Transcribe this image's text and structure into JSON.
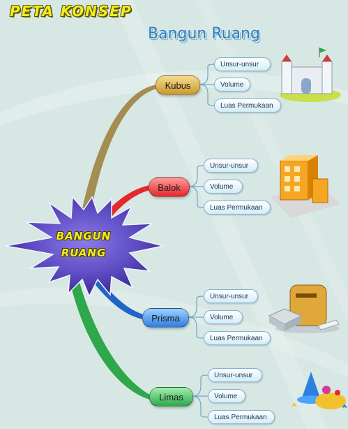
{
  "header": {
    "title": "PETA KONSEP",
    "subtitle": "Bangun Ruang"
  },
  "center": {
    "line1": "BANGUN",
    "line2": "RUANG"
  },
  "branches": [
    {
      "label": "Kubus",
      "color": "#c9a34b",
      "leaves": [
        "Unsur-unsur",
        "Volume",
        "Luas Permukaan"
      ]
    },
    {
      "label": "Balok",
      "color": "#e4282c",
      "leaves": [
        "Unsur-unsur",
        "Volume",
        "Luas Permukaan"
      ]
    },
    {
      "label": "Prisma",
      "color": "#2f7ee0",
      "leaves": [
        "Unsur-unsur",
        "Volume",
        "Luas Permukaan"
      ]
    },
    {
      "label": "Limas",
      "color": "#2ea84a",
      "leaves": [
        "Unsur-unsur",
        "Volume",
        "Luas Permukaan"
      ]
    }
  ],
  "icons": [
    "castle-icon",
    "buildings-icon",
    "mailbox-icon",
    "party-hat-icon"
  ],
  "colors": {
    "background": "#d7e7e3",
    "title": "#f4ec22",
    "subtitle": "#2a7fc0",
    "star": "#6a5bc9"
  }
}
